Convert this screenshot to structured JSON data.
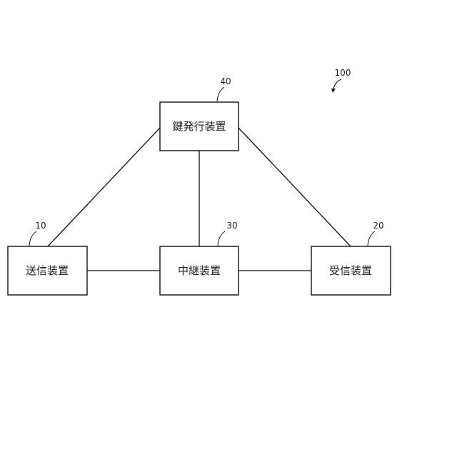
{
  "diagram": {
    "system_ref": "100",
    "nodes": {
      "key_issuer": {
        "label": "鍵発行装置",
        "ref": "40"
      },
      "sender": {
        "label": "送信装置",
        "ref": "10"
      },
      "relay": {
        "label": "中継装置",
        "ref": "30"
      },
      "receiver": {
        "label": "受信装置",
        "ref": "20"
      }
    },
    "connections": [
      [
        "key_issuer",
        "sender"
      ],
      [
        "key_issuer",
        "relay"
      ],
      [
        "key_issuer",
        "receiver"
      ],
      [
        "sender",
        "relay"
      ],
      [
        "relay",
        "receiver"
      ]
    ]
  }
}
